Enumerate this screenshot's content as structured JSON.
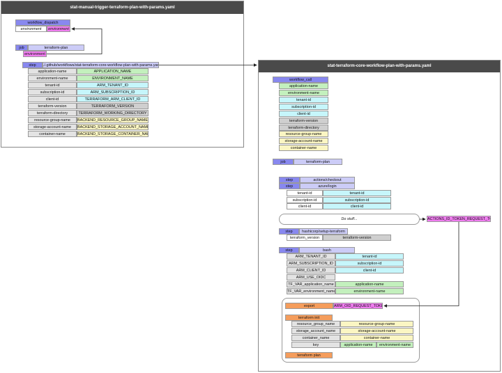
{
  "left_panel": {
    "title": "stat-manual-trigger-terraform-plan-with-params.yaml",
    "workflow_dispatch": {
      "label": "workflow_dispatch",
      "inputs": [
        "environment",
        "environment"
      ]
    },
    "job": {
      "tag": "job",
      "name": "terraform-plan",
      "ref": "environment"
    },
    "step": {
      "tag": "step",
      "path": "./.github/workflows/stat-terraform-core-workflow-plan-with-params.yaml"
    },
    "params": [
      [
        "application-name",
        "APPLICATION_NAME"
      ],
      [
        "environment-name",
        "ENVIRONMENT_NAME"
      ],
      [
        "tenant-id",
        "ARM_TENANT_ID"
      ],
      [
        "subscription-id",
        "ARM_SUBSCRIPTION_ID"
      ],
      [
        "client-id",
        "TERRAFORM_ARM_CLIENT_ID"
      ],
      [
        "terraform-version",
        "TERRAFORM_VERSION"
      ],
      [
        "terraform-directory",
        "TERRAFORM_WORKING_DIRECTORY"
      ],
      [
        "resource-group-name",
        "BACKEND_RESOURCE_GROUP_NAME"
      ],
      [
        "storage-account-name",
        "BACKEND_STORAGE_ACCOUNT_NAME"
      ],
      [
        "container-name",
        "BACKEND_STORAGE_CONTAINER_NAME"
      ]
    ]
  },
  "right_panel": {
    "title": "stat-terraform-core-workflow-plan-with-params.yaml",
    "workflow_call": {
      "label": "workflow_call",
      "inputs": [
        "application-name",
        "environment-name",
        "tenant-id",
        "subscription-id",
        "client-id",
        "terraform-version",
        "terraform-directory",
        "resource-group-name",
        "storage-account-name",
        "container-name"
      ]
    },
    "job": {
      "tag": "job",
      "name": "terraform-plan"
    },
    "step_checkout": {
      "tag": "step",
      "name": "actions/checkout"
    },
    "step_login": {
      "tag": "step",
      "name": "azure/login"
    },
    "login_params": [
      [
        "tenant-id",
        "tenant-id"
      ],
      [
        "subscription-id",
        "subscription-id"
      ],
      [
        "client-id",
        "client-id"
      ]
    ],
    "do_stuff": "Do stuff...",
    "token_label": "ACTIONS_ID_TOKEN_REQUEST_TOKEN",
    "step_setup": {
      "tag": "step",
      "name": "hashicorp/setup-terraform"
    },
    "setup_params": [
      [
        "terraform_version",
        "terraform-version"
      ]
    ],
    "step_bash": {
      "tag": "step",
      "name": "bash"
    },
    "bash_params": [
      [
        "ARM_TENANT_ID",
        "tenant-id"
      ],
      [
        "ARM_SUBSCRIPTION_ID",
        "subscription-id"
      ],
      [
        "ARM_CLIENT_ID",
        "client-id"
      ],
      [
        "ARM_USE_OIDC",
        ""
      ],
      [
        "TF_VAR_application_name",
        "application-name"
      ],
      [
        "TF_VAR_environment_name",
        "environment-name"
      ]
    ],
    "export": {
      "label": "export",
      "value": "ARM_OID_REQUEST_TOKEN"
    },
    "terraform_init": "terraform init",
    "init_params": [
      [
        "resource_group_name",
        "resource-group-name"
      ],
      [
        "storage_account_name",
        "storage-account-name"
      ],
      [
        "container_name",
        "container-name"
      ]
    ],
    "init_key": {
      "label": "key",
      "values": [
        "application-name",
        "environment-name"
      ]
    },
    "terraform_plan": "terraform plan"
  }
}
